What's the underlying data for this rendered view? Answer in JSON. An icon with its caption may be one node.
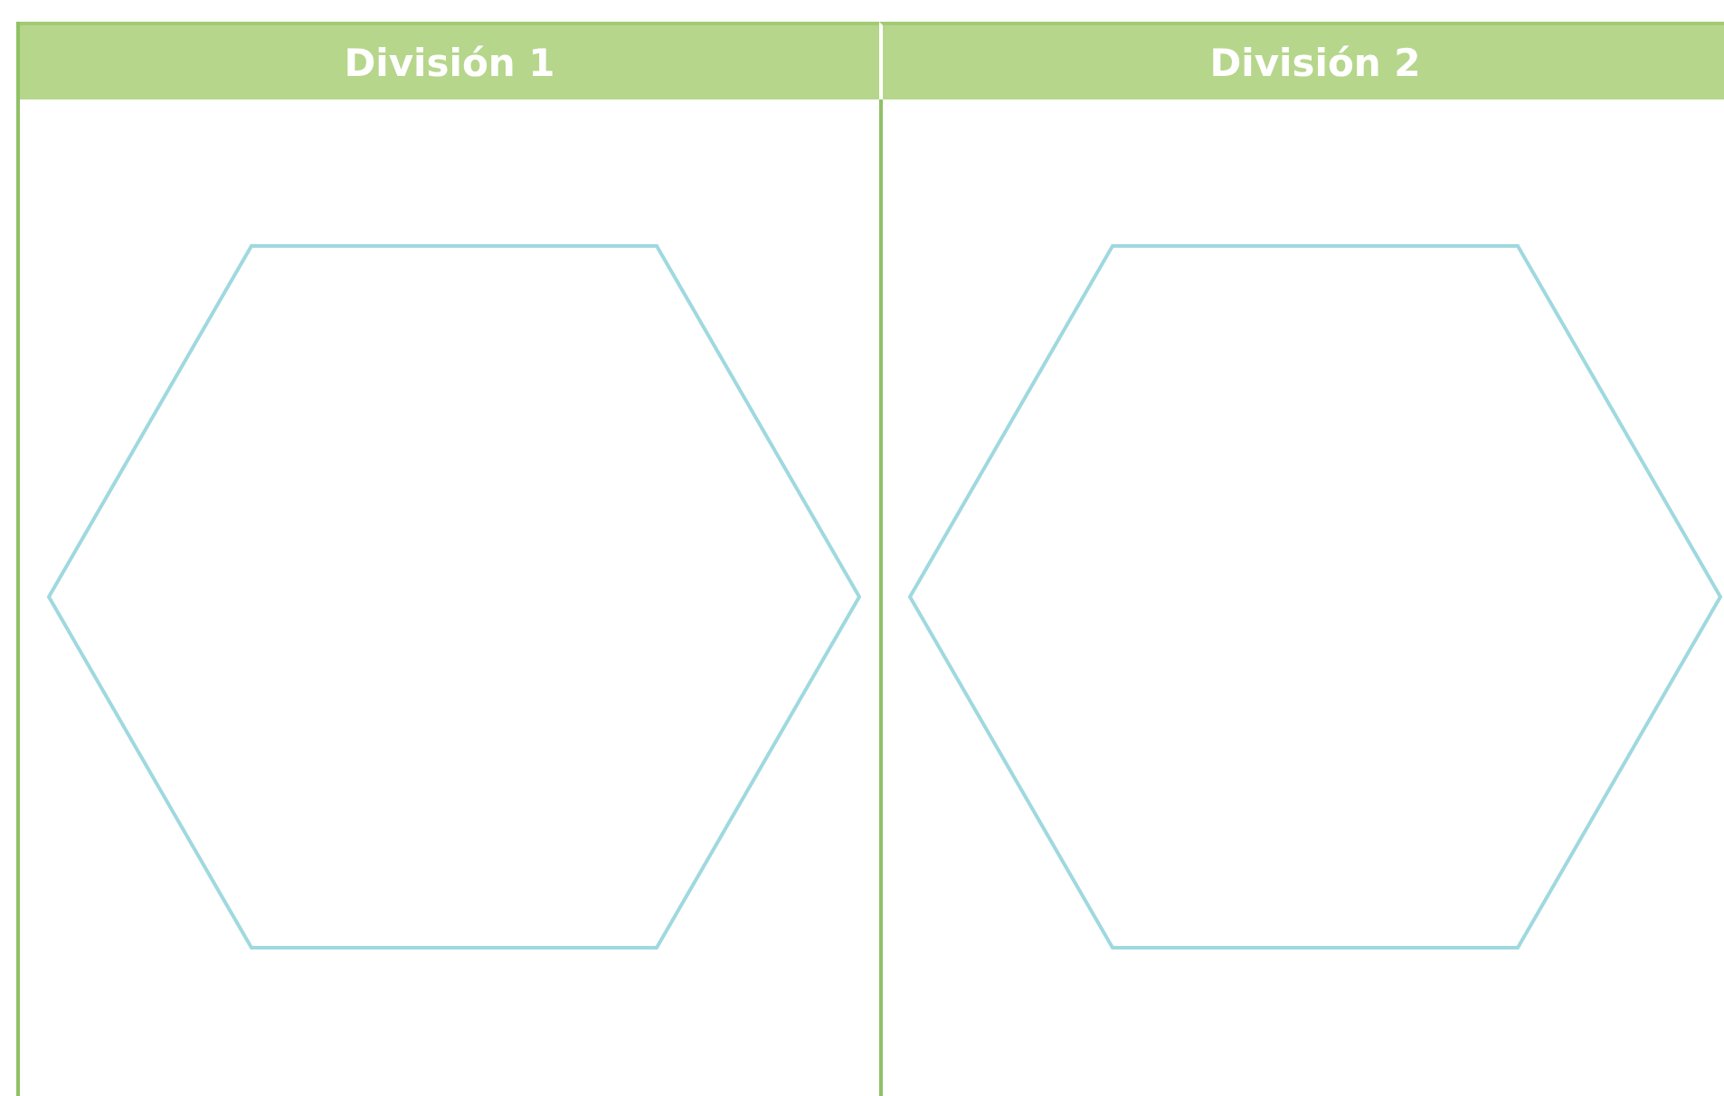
{
  "diagram": {
    "nodes": [
      {
        "text": [
          "División 1"
        ]
      },
      {
        "text": [
          "División 2"
        ]
      },
      {
        "text": [],
        "shape": "hexagon",
        "in": 0
      },
      {
        "text": [],
        "shape": "hexagon",
        "in": 1
      }
    ]
  }
}
